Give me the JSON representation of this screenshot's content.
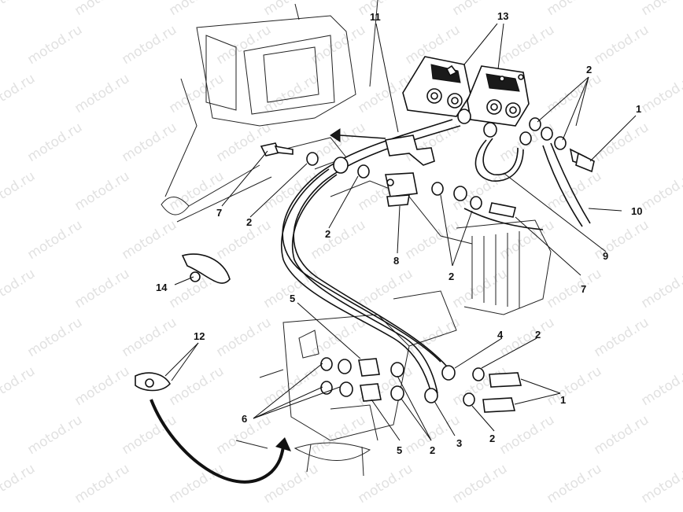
{
  "watermark": "motod.ru",
  "colors": {
    "line": "#111111",
    "watermark": "#c9c9c9",
    "background": "#ffffff"
  },
  "callouts": {
    "c1_top": "1",
    "c1_bottom": "1",
    "c2_topright": "2",
    "c2_left": "2",
    "c2_mid": "2",
    "c2_center": "2",
    "c2_right": "2",
    "c2_bottom_a": "2",
    "c2_bottom_b": "2",
    "c3": "3",
    "c4": "4",
    "c5_top": "5",
    "c5_bottom": "5",
    "c6": "6",
    "c7_left": "7",
    "c7_right": "7",
    "c8": "8",
    "c9": "9",
    "c10": "10",
    "c11": "11",
    "c12": "12",
    "c13": "13",
    "c14": "14"
  }
}
